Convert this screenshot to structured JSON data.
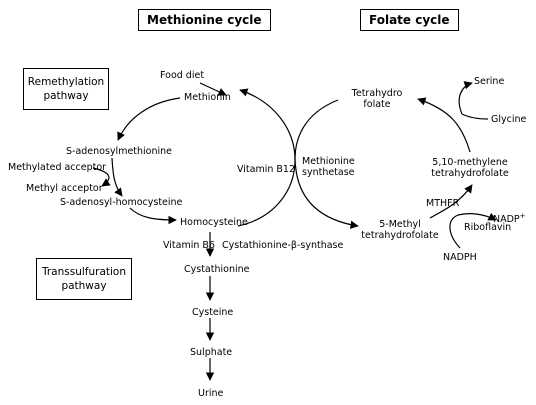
{
  "titles": {
    "methionine_cycle": "Methionine cycle",
    "folate_cycle": "Folate cycle"
  },
  "boxes": {
    "remethylation_line1": "Remethylation",
    "remethylation_line2": "pathway",
    "transsulfuration_line1": "Transsulfuration",
    "transsulfuration_line2": "pathway"
  },
  "methionine": {
    "food_diet": "Food diet",
    "methionin": "Methionin",
    "sam": "S-adenosylmethionine",
    "methylated_acceptor": "Methylated acceptor",
    "methyl_acceptor": "Methyl acceptor",
    "sah": "S-adenosyl-homocysteine",
    "homocysteine": "Homocysteine",
    "vitamin_b12": "Vitamin B12"
  },
  "enzyme": {
    "line1": "Methionine",
    "line2": "synthetase"
  },
  "transsulfuration": {
    "vitamin_b6": "Vitamin B6",
    "cbs": "Cystathionine-β-synthase",
    "cystathionine": "Cystathionine",
    "cysteine": "Cysteine",
    "sulphate": "Sulphate",
    "urine": "Urine"
  },
  "folate": {
    "thf_line1": "Tetrahydro",
    "thf_line2": "folate",
    "serine": "Serine",
    "glycine": "Glycine",
    "methylene_line1": "5,10-methylene",
    "methylene_line2": "tetrahydrofolate",
    "mthfr": "MTHFR",
    "riboflavin": "Riboflavin",
    "nadp": "NADP",
    "nadp_sup": "+",
    "nadph": "NADPH",
    "methyl_thf_line1": "5-Methyl",
    "methyl_thf_line2": "tetrahydrofolate"
  }
}
